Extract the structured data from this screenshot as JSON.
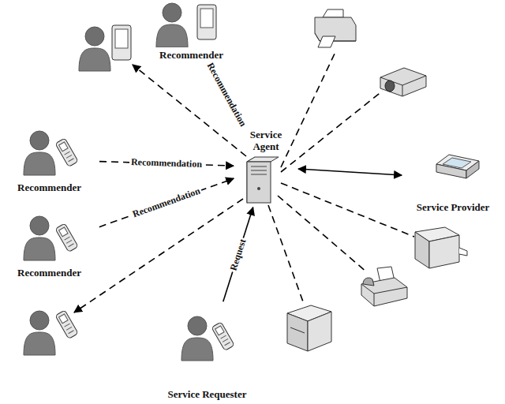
{
  "diagram": {
    "nodes": [
      {
        "text": [
          "Recommender"
        ]
      },
      {
        "text": [
          "Recommender"
        ]
      },
      {
        "text": [
          "Recommender"
        ]
      },
      {
        "text": [
          "Service Agent"
        ]
      },
      {
        "text": [
          "Service Requester"
        ]
      },
      {
        "text": [
          "Service Provider"
        ]
      }
    ],
    "edges": [
      {
        "from": 0,
        "to": 3,
        "label": "Recommendation",
        "arrow": "to"
      },
      {
        "from": 1,
        "to": 3,
        "label": "Recommendation",
        "arrow": "to"
      },
      {
        "from": 2,
        "to": 3,
        "label": "Recommendation",
        "arrow": "to"
      },
      {
        "from": 4,
        "to": 3,
        "label": "Request",
        "arrow": "to"
      },
      {
        "from": 3,
        "to": 5,
        "arrow": "both"
      }
    ]
  }
}
